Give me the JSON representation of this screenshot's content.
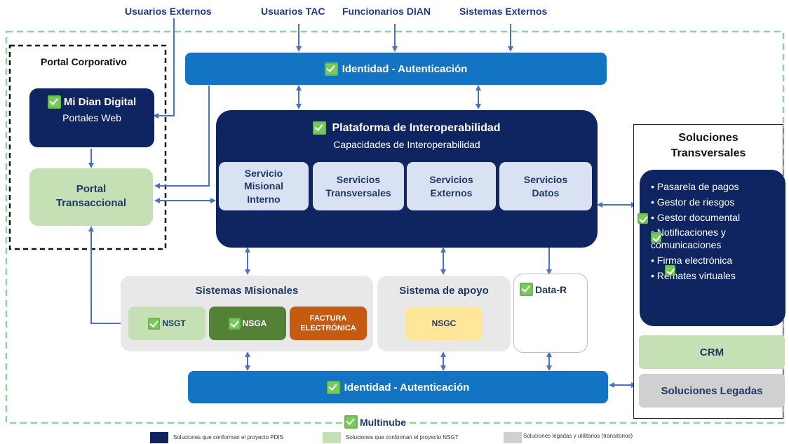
{
  "external_actors": {
    "usuarios_externos": "Usuarios Externos",
    "usuarios_tac": "Usuarios TAC",
    "funcionarios_dian": "Funcionarios DIAN",
    "sistemas_externos": "Sistemas Externos"
  },
  "identity_top": "Identidad - Autenticación",
  "identity_bottom": "Identidad - Autenticación",
  "portal_corporativo": {
    "title": "Portal Corporativo",
    "mi_dian_title": "Mi Dian Digital",
    "mi_dian_sub": "Portales Web",
    "transaccional_line1": "Portal",
    "transaccional_line2": "Transaccional"
  },
  "platform": {
    "title": "Plataforma de Interoperabilidad",
    "subtitle": "Capacidades de Interoperabilidad",
    "services": [
      {
        "line1": "Servicio",
        "line2": "Misional",
        "line3": "Interno"
      },
      {
        "line1": "Servicios",
        "line2": "Transversales",
        "line3": ""
      },
      {
        "line1": "Servicios",
        "line2": "Externos",
        "line3": ""
      },
      {
        "line1": "Servicios",
        "line2": "Datos",
        "line3": ""
      }
    ]
  },
  "soluciones_transversales": {
    "title_line1": "Soluciones",
    "title_line2": "Transversales",
    "items": [
      "Pasarela de pagos",
      "Gestor de riesgos",
      "Gestor documental",
      "Notificaciones y comunicaciones",
      "Firma electrónica",
      "Remates virtuales"
    ],
    "crm": "CRM",
    "legadas": "Soluciones Legadas"
  },
  "sistemas_misionales": {
    "title": "Sistemas Misionales",
    "nsgt": "NSGT",
    "nsga": "NSGA",
    "factura_line1": "FACTURA",
    "factura_line2": "ELECTRÓNICA"
  },
  "sistema_apoyo": {
    "title": "Sistema de apoyo",
    "nsgc": "NSGC"
  },
  "data_r": "Data-R",
  "multinube": "Multinube",
  "legend": [
    {
      "label": "Soluciones que conforman el proyecto PDIS",
      "color": "#0f2562"
    },
    {
      "label": "Soluciones que conforman el proyecto NSGT",
      "color": "#c5e0b4"
    },
    {
      "label": "Soluciones legadas y utilitarios (transitorios)",
      "color": "#d0d0d0"
    }
  ],
  "colors": {
    "navy": "#0f2562",
    "blue_bar": "#1474c4",
    "light_green": "#c5e0b4",
    "green_dark": "#538135",
    "orange": "#c55a11",
    "yellow": "#ffe699",
    "check_green": "#7cc860"
  }
}
